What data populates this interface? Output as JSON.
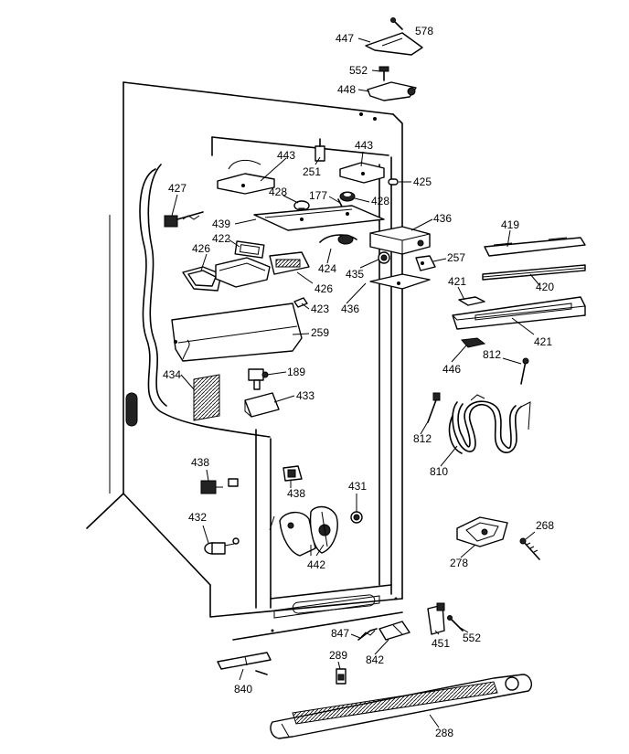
{
  "callouts": [
    {
      "id": "c578",
      "text": "578"
    },
    {
      "id": "c447",
      "text": "447"
    },
    {
      "id": "c552a",
      "text": "552"
    },
    {
      "id": "c448",
      "text": "448"
    },
    {
      "id": "c443a",
      "text": "443"
    },
    {
      "id": "c443b",
      "text": "443"
    },
    {
      "id": "c251",
      "text": "251"
    },
    {
      "id": "c425",
      "text": "425"
    },
    {
      "id": "c427",
      "text": "427"
    },
    {
      "id": "c428a",
      "text": "428"
    },
    {
      "id": "c177",
      "text": "177"
    },
    {
      "id": "c428b",
      "text": "428"
    },
    {
      "id": "c436a",
      "text": "436"
    },
    {
      "id": "c419",
      "text": "419"
    },
    {
      "id": "c439",
      "text": "439"
    },
    {
      "id": "c422",
      "text": "422"
    },
    {
      "id": "c426a",
      "text": "426"
    },
    {
      "id": "c424",
      "text": "424"
    },
    {
      "id": "c435",
      "text": "435"
    },
    {
      "id": "c257",
      "text": "257"
    },
    {
      "id": "c426b",
      "text": "426"
    },
    {
      "id": "c436b",
      "text": "436"
    },
    {
      "id": "c421a",
      "text": "421"
    },
    {
      "id": "c420",
      "text": "420"
    },
    {
      "id": "c423",
      "text": "423"
    },
    {
      "id": "c259",
      "text": "259"
    },
    {
      "id": "c421b",
      "text": "421"
    },
    {
      "id": "c446",
      "text": "446"
    },
    {
      "id": "c812a",
      "text": "812"
    },
    {
      "id": "c434",
      "text": "434"
    },
    {
      "id": "c189",
      "text": "189"
    },
    {
      "id": "c433",
      "text": "433"
    },
    {
      "id": "c812b",
      "text": "812"
    },
    {
      "id": "c810",
      "text": "810"
    },
    {
      "id": "c438a",
      "text": "438"
    },
    {
      "id": "c438b",
      "text": "438"
    },
    {
      "id": "c431",
      "text": "431"
    },
    {
      "id": "c432",
      "text": "432"
    },
    {
      "id": "c268",
      "text": "268"
    },
    {
      "id": "c442",
      "text": "442"
    },
    {
      "id": "c278",
      "text": "278"
    },
    {
      "id": "c847",
      "text": "847"
    },
    {
      "id": "c842",
      "text": "842"
    },
    {
      "id": "c451",
      "text": "451"
    },
    {
      "id": "c552b",
      "text": "552"
    },
    {
      "id": "c289",
      "text": "289"
    },
    {
      "id": "c840",
      "text": "840"
    },
    {
      "id": "c288",
      "text": "288"
    }
  ]
}
